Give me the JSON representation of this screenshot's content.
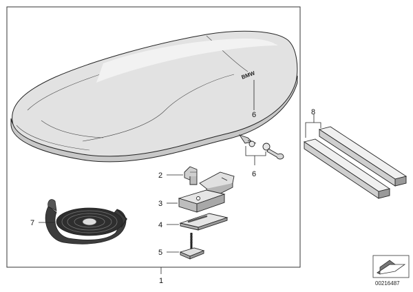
{
  "labels": {
    "main_assembly": "1",
    "item_2": "2",
    "item_3": "3",
    "item_4": "4",
    "item_5": "5",
    "item_6_box": "6",
    "item_6_lock": "6",
    "item_7": "7",
    "item_8": "8"
  },
  "box_brand": "BMW",
  "diagram_id": "00216487",
  "colors": {
    "line": "#222222",
    "shade_light": "#d9d9d9",
    "shade_mid": "#bdbdbd",
    "shade_dark": "#8a8a8a",
    "background": "#ffffff"
  }
}
